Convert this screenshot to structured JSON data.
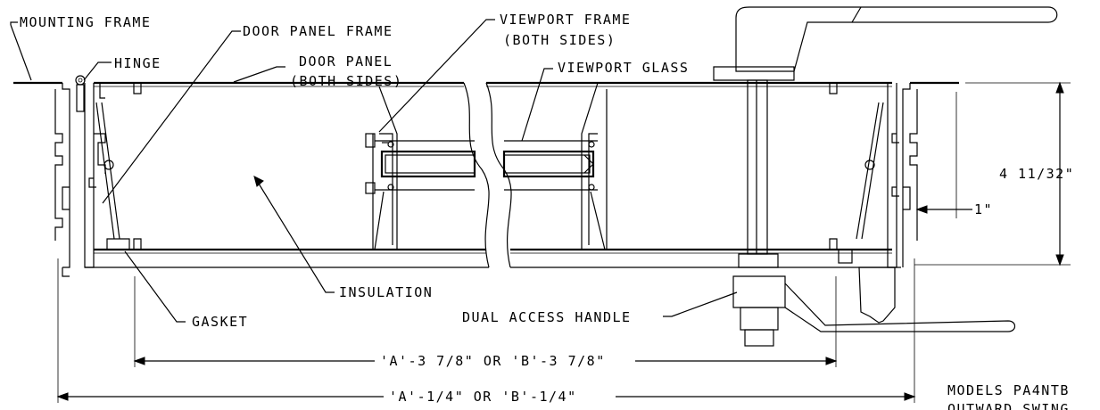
{
  "labels": {
    "mounting_frame": "MOUNTING FRAME",
    "hinge": "HINGE",
    "door_panel_frame": "DOOR PANEL FRAME",
    "door_panel_line1": "DOOR PANEL",
    "door_panel_line2": "(BOTH SIDES)",
    "viewport_frame_line1": "VIEWPORT FRAME",
    "viewport_frame_line2": "(BOTH SIDES)",
    "viewport_glass": "VIEWPORT GLASS",
    "insulation": "INSULATION",
    "gasket": "GASKET",
    "dual_access_handle": "DUAL ACCESS HANDLE"
  },
  "dimensions": {
    "thickness": "4 11/32\"",
    "offset": "1\"",
    "inner_width": "'A'-3 7/8\" OR 'B'-3 7/8\"",
    "outer_width": "'A'-1/4\" OR 'B'-1/4\""
  },
  "title_block": {
    "line1": "MODELS PA4NTB",
    "line2": "OUTWARD SWING"
  }
}
